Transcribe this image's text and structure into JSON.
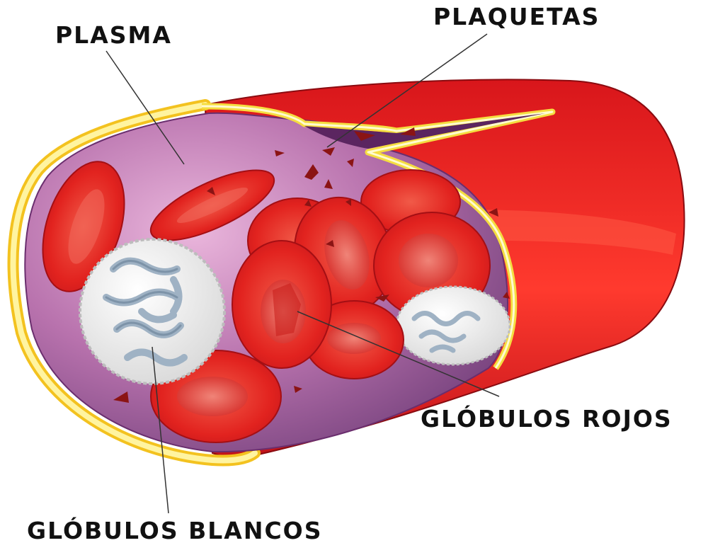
{
  "labels": {
    "plasma": "PLASMA",
    "plaquetas": "PLAQUETAS",
    "globulos_rojos": "GLÓBULOS ROJOS",
    "globulos_blancos": "GLÓBULOS BLANCOS"
  },
  "colors": {
    "vessel_wall": "#e0191e",
    "vessel_wall_dark": "#b80f14",
    "membrane_yellow": "#f7e24a",
    "membrane_pale": "#fff7b0",
    "plasma_purple": "#a65a9a",
    "plasma_light": "#e7a9d2",
    "red_cell": "#e2231f",
    "red_cell_light": "#f26b5a",
    "platelet": "#8b1414",
    "white_cell": "#f4f4f4",
    "white_cell_nucleus": "#a8b8c8",
    "leader_line": "#333333",
    "text": "#111111"
  }
}
